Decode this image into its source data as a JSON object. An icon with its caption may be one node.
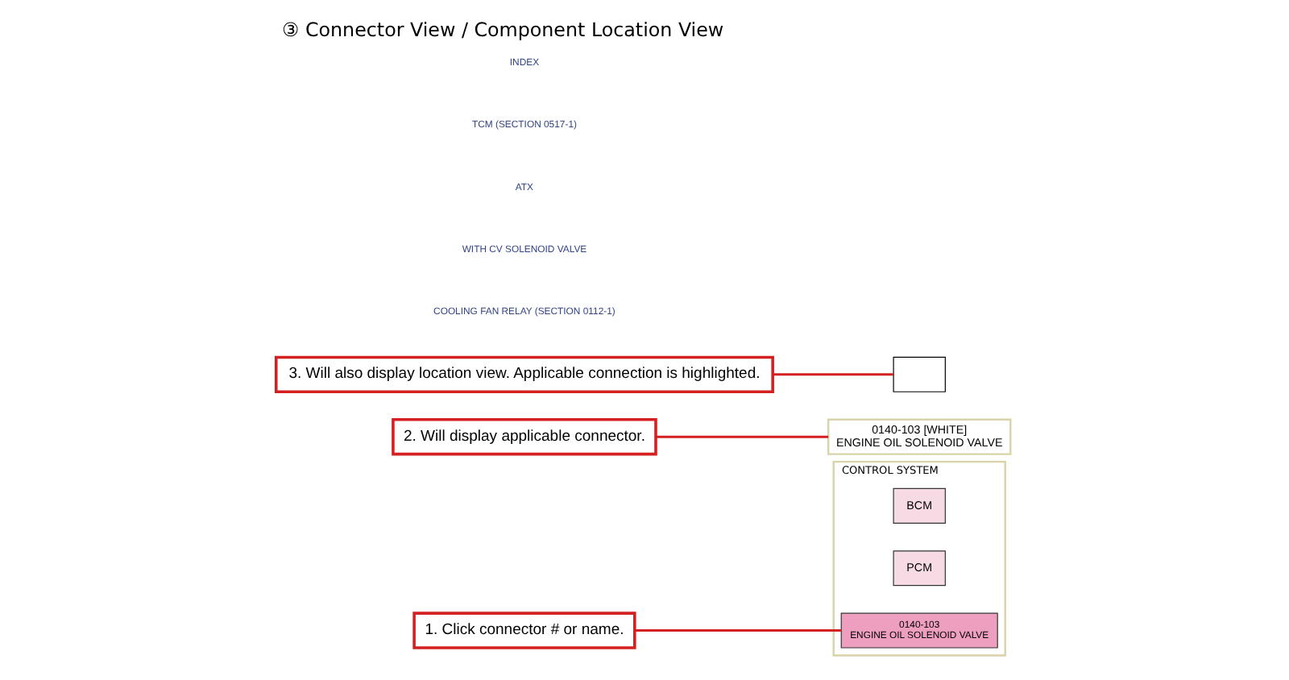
{
  "diagram": {
    "title": "③ Connector View / Component Location View",
    "nodes": [
      {
        "text": [
          "CONTROL SYSTEM"
        ]
      },
      {
        "text": [
          "BCM"
        ],
        "in": 0
      },
      {
        "text": [
          "PCM"
        ],
        "in": 0
      },
      {
        "text": [
          "0140-103",
          "ENGINE OIL SOLENOID VALVE"
        ],
        "in": 0
      },
      {
        "text": [
          "1. Click connector # or name."
        ]
      },
      {
        "text": [
          "2. Will display applicable connector."
        ]
      },
      {
        "text": [
          "0140-103 [WHITE]",
          "ENGINE OIL SOLENOID VALVE"
        ]
      },
      {
        "text": [
          "3. Will also display location view. Applicable connection is highlighted."
        ]
      },
      {
        "text": [],
        "shape": "box"
      }
    ],
    "edges": [
      {
        "from": 4,
        "to": 3,
        "arrow": "none"
      },
      {
        "from": 5,
        "to": 6,
        "arrow": "none"
      },
      {
        "from": 7,
        "to": 8,
        "arrow": "none"
      }
    ],
    "labels": [
      "INDEX",
      "TCM (SECTION 0517-1)",
      "ATX",
      "WITH CV SOLENOID VALVE",
      "COOLING FAN RELAY (SECTION 0112-1)"
    ]
  }
}
